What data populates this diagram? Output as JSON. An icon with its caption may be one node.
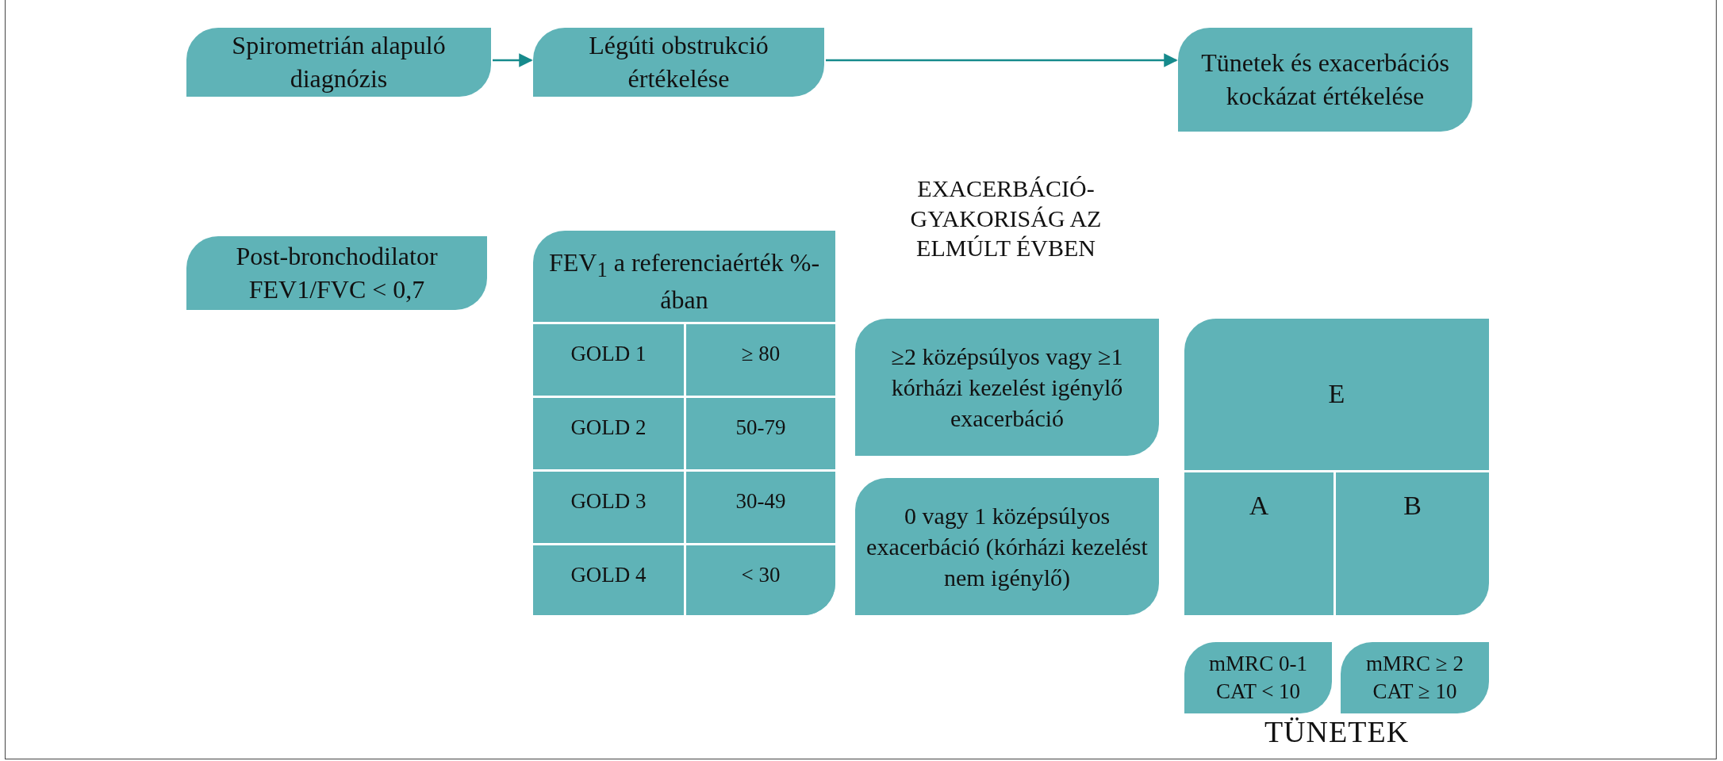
{
  "diagram": {
    "nodes": [
      {
        "text": [
          "Spirometrián alapuló diagnózis"
        ]
      },
      {
        "text": [
          "Légúti obstrukció értékelése"
        ]
      },
      {
        "text": [
          "Tünetek és exacerbációs kockázat értékelése"
        ]
      },
      {
        "text": [
          "Post-bronchodilator FEV1/FVC < 0,7"
        ]
      },
      {
        "text": [
          "FEV$_{1}$ a referenciaérték %-ában"
        ]
      },
      {
        "text": [
          "GOLD 1"
        ],
        "in": 4
      },
      {
        "text": [
          "≥ 80"
        ],
        "in": 4
      },
      {
        "text": [
          "GOLD 2"
        ],
        "in": 4
      },
      {
        "text": [
          "50-79"
        ],
        "in": 4
      },
      {
        "text": [
          "GOLD 3"
        ],
        "in": 4
      },
      {
        "text": [
          "30-49"
        ],
        "in": 4
      },
      {
        "text": [
          "GOLD 4"
        ],
        "in": 4
      },
      {
        "text": [
          "< 30"
        ],
        "in": 4
      },
      {
        "text": [
          "≥2 középsúlyos vagy ≥1 kórházi kezelést igénylő exacerbáció"
        ]
      },
      {
        "text": [
          "0 vagy 1 középsúlyos exacerbáció (kórházi kezelést nem igénylő)"
        ]
      },
      {
        "text": [
          "E"
        ]
      },
      {
        "text": [
          "A"
        ]
      },
      {
        "text": [
          "B"
        ]
      },
      {
        "text": [
          "mMRC 0-1 CAT < 10"
        ]
      },
      {
        "text": [
          "mMRC ≥ 2 CAT ≥ 10"
        ]
      }
    ],
    "edges": [
      {
        "from": 0,
        "to": 1,
        "arrow": "to"
      },
      {
        "from": 1,
        "to": 2,
        "arrow": "to"
      }
    ],
    "labels": [
      "EXACERBÁCIÓ- GYAKORISÁG AZ ELMÚLT ÉVBEN",
      "TÜNETEK"
    ]
  }
}
